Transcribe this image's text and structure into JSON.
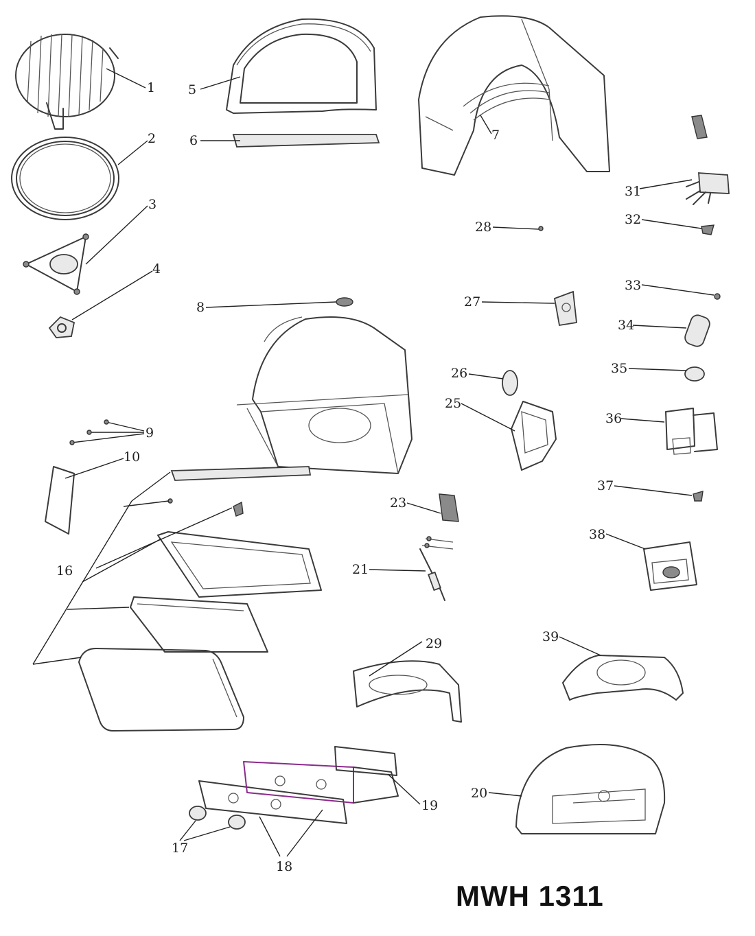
{
  "model": "MWH 1311",
  "callouts": {
    "c1": "1",
    "c2": "2",
    "c3": "3",
    "c4": "4",
    "c5": "5",
    "c6": "6",
    "c7": "7",
    "c8": "8",
    "c9": "9",
    "c10": "10",
    "c16": "16",
    "c17": "17",
    "c18": "18",
    "c19": "19",
    "c20": "20",
    "c21": "21",
    "c23": "23",
    "c25": "25",
    "c26": "26",
    "c27": "27",
    "c28": "28",
    "c29": "29",
    "c31": "31",
    "c32": "32",
    "c33": "33",
    "c34": "34",
    "c35": "35",
    "c36": "36",
    "c37": "37",
    "c38": "38",
    "c39": "39"
  },
  "colors": {
    "line": "#3a3a3a",
    "accent_panel": "#8b2a8b"
  }
}
